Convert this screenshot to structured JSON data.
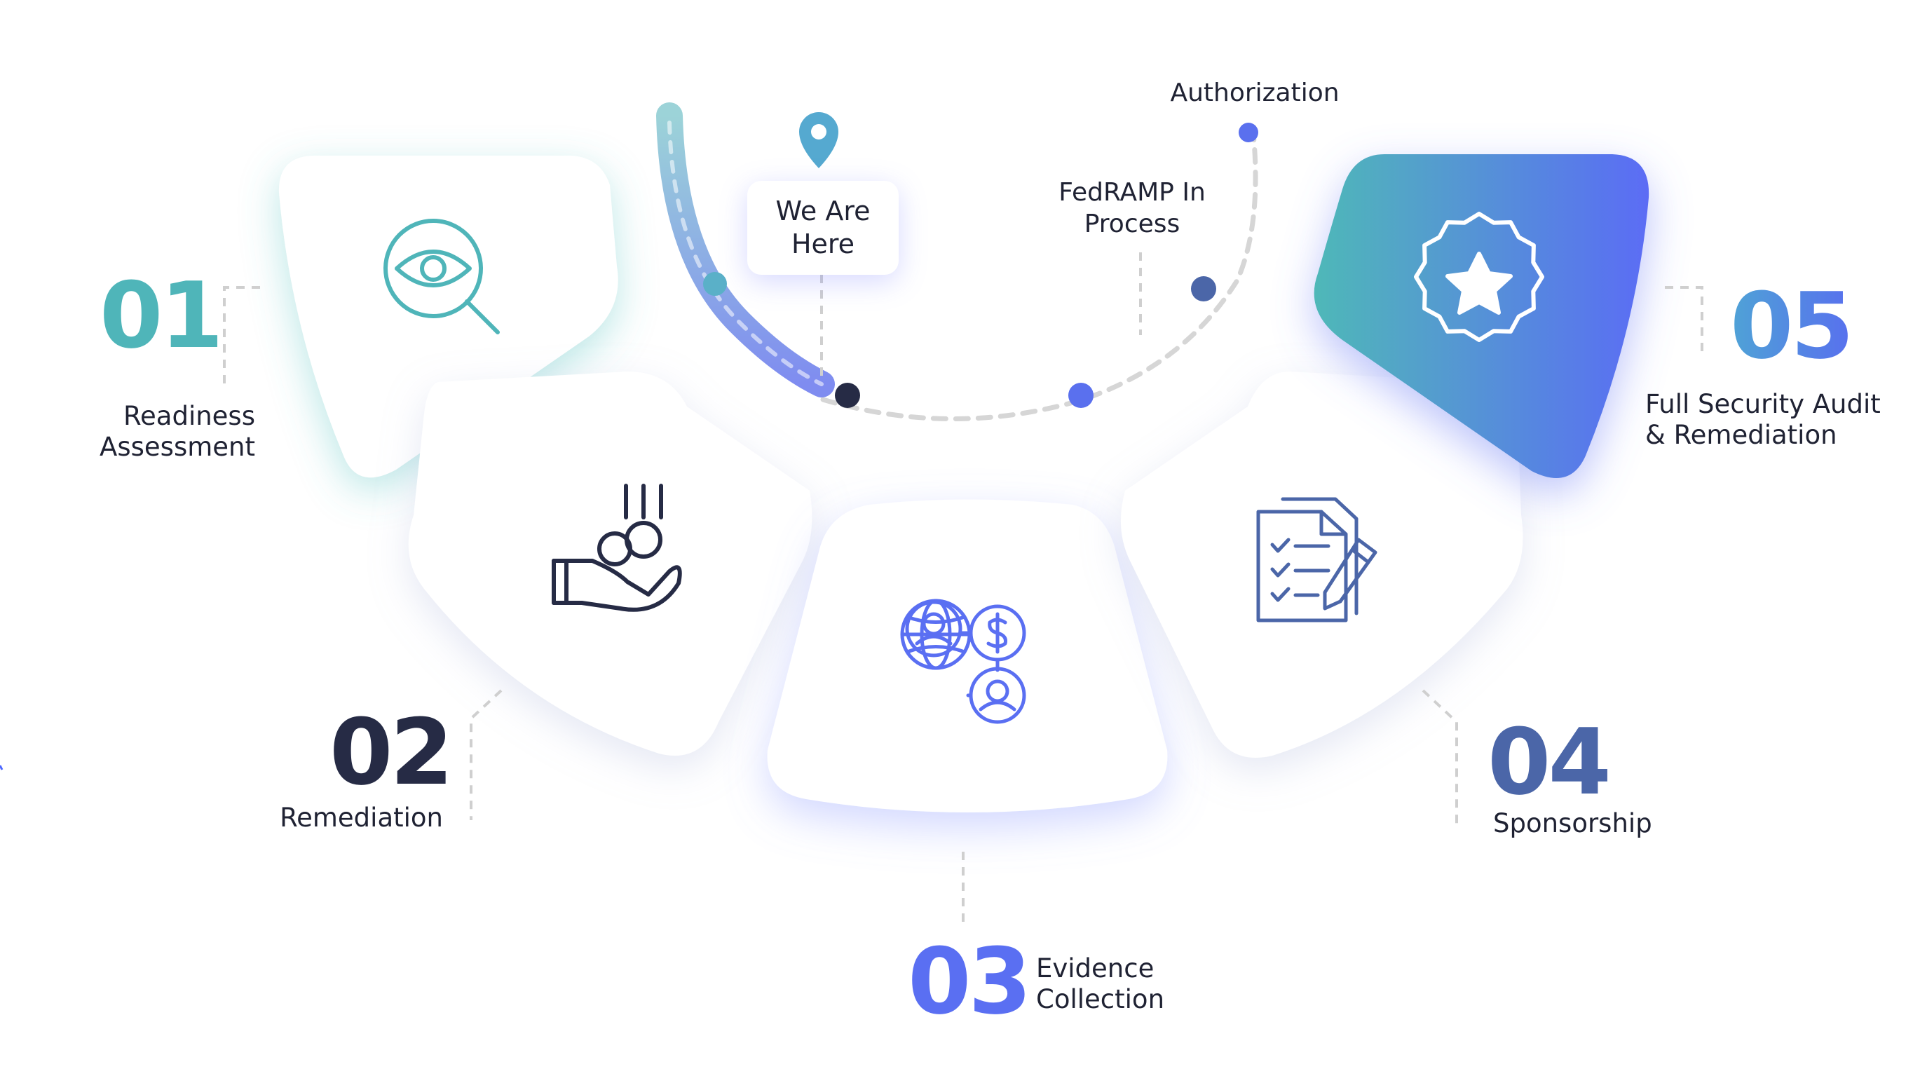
{
  "colors": {
    "teal": "#4fb5b9",
    "navy": "#262b45",
    "blue": "#5a6ff2",
    "steel": "#4b66a8",
    "gradient_start": "#4fb8b8",
    "gradient_end": "#5b6cf5",
    "dark_dot": "#262b45",
    "dashed_line": "#d6d6d6",
    "label_text": "#1f2233"
  },
  "steps": [
    {
      "number": "01",
      "label": "Readiness\nAssessment",
      "icon": "search-eye-icon"
    },
    {
      "number": "02",
      "label": "Remediation",
      "icon": "hand-coins-icon"
    },
    {
      "number": "03",
      "label": "Evidence\nCollection",
      "icon": "global-network-icon"
    },
    {
      "number": "04",
      "label": "Sponsorship",
      "icon": "document-checklist-icon"
    },
    {
      "number": "05",
      "label": "Full Security Audit\n& Remediation",
      "icon": "star-badge-icon"
    }
  ],
  "progress": {
    "current": "We Are\nHere",
    "current_icon": "location-pin-icon",
    "milestones": [
      {
        "label": "FedRAMP In\nProcess"
      },
      {
        "label": "Authorization"
      }
    ]
  }
}
